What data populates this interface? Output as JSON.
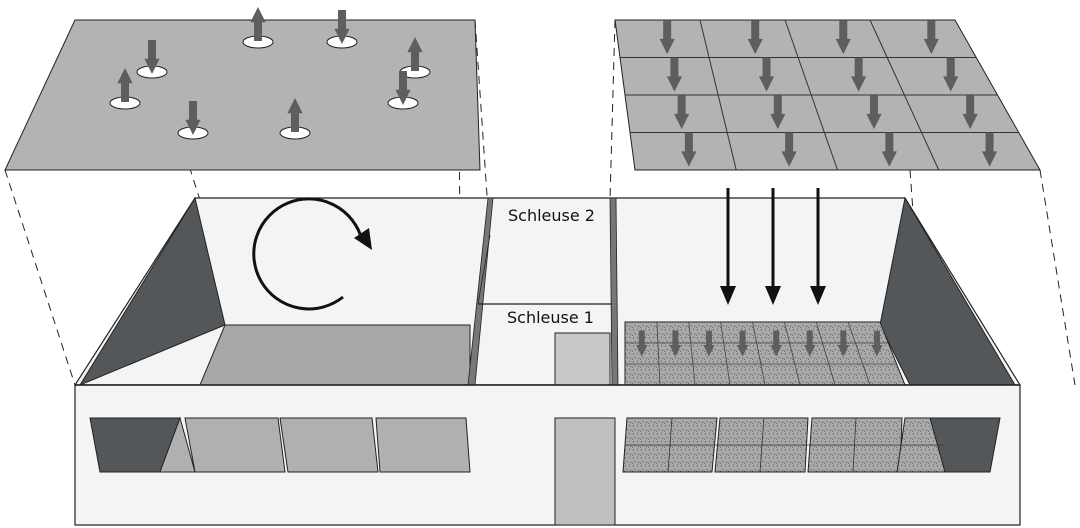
{
  "diagram": {
    "labels": {
      "airlock_2": "Schleuse 2",
      "airlock_1": "Schleuse 1"
    },
    "left_room": {
      "ceiling_air_outlets": [
        {
          "direction": "down"
        },
        {
          "direction": "up"
        },
        {
          "direction": "down"
        },
        {
          "direction": "up"
        },
        {
          "direction": "up"
        },
        {
          "direction": "down"
        },
        {
          "direction": "down"
        },
        {
          "direction": "up"
        }
      ],
      "airflow": "circulating"
    },
    "right_room": {
      "ceiling_grid": {
        "rows": 4,
        "cols": 4
      },
      "airflow": "laminar-down",
      "floor": "perforated-grid"
    },
    "colors": {
      "ceiling_gray": "#b3b3b3",
      "wall_dark": "#545759",
      "arrow_gray": "#5e5e5e",
      "floor_gray": "#a8a8a8",
      "wall_light": "#f4f4f4"
    }
  }
}
